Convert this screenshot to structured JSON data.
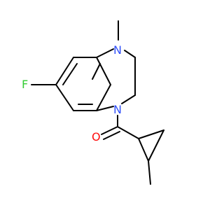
{
  "molecule": {
    "atoms": {
      "fluorine": "F",
      "nitrogen_top": "N",
      "nitrogen_bottom": "N",
      "oxygen": "O"
    },
    "colors": {
      "bond": "#000000",
      "fluorine": "#33cc33",
      "nitrogen": "#3050f8",
      "oxygen": "#ff0d0d",
      "background": "#ffffff"
    }
  }
}
